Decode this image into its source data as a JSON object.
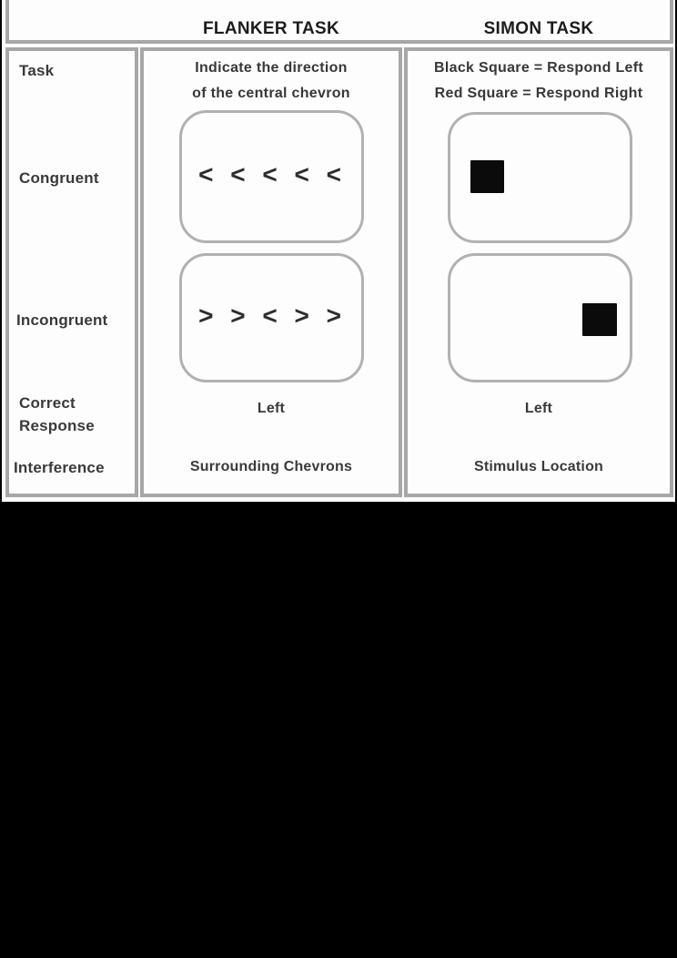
{
  "figure": {
    "row_labels": {
      "task": "Task",
      "congruent": "Congruent",
      "incongruent": "Incongruent",
      "correct_response_line1": "Correct",
      "correct_response_line2": "Response",
      "interference": "Interference"
    },
    "flanker": {
      "header": "FLANKER TASK",
      "task_line1": "Indicate the direction",
      "task_line2": "of the central chevron",
      "congruent_stimulus": "< < < < <",
      "incongruent_stimulus": "> > < > >",
      "correct_response": "Left",
      "interference": "Surrounding Chevrons"
    },
    "simon": {
      "header": "SIMON TASK",
      "task_line1": "Black Square = Respond Left",
      "task_line2": "Red Square = Respond Right",
      "congruent_stimulus_square_position": "left",
      "incongruent_stimulus_square_position": "right",
      "correct_response": "Left",
      "interference": "Stimulus Location"
    },
    "colors": {
      "page_background": "#000000",
      "canvas_background": "#fbfbfb",
      "table_border": "#a7a7a7",
      "stimulus_box_border": "#b1b1b1",
      "header_text": "#1c1c1c",
      "body_text": "#3a3a3a",
      "stimulus_square": "#0b0b0b"
    }
  }
}
